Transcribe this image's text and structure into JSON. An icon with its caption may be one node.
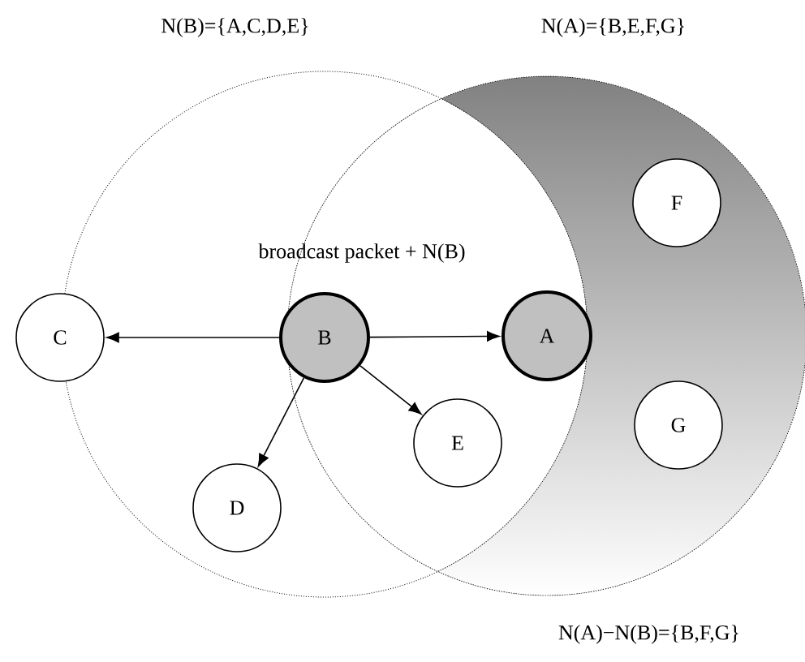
{
  "diagram": {
    "nodes": [
      {
        "text": [
          "F"
        ]
      },
      {
        "text": [
          "C"
        ]
      },
      {
        "text": [
          "B"
        ]
      },
      {
        "text": [
          "A"
        ]
      },
      {
        "text": [
          "E"
        ]
      },
      {
        "text": [
          "G"
        ]
      },
      {
        "text": [
          "D"
        ]
      }
    ],
    "edges": [
      {
        "from": 2,
        "to": 1,
        "arrow": "to"
      },
      {
        "from": 2,
        "to": 3,
        "arrow": "to"
      },
      {
        "from": 2,
        "to": 4,
        "arrow": "to"
      },
      {
        "from": 2,
        "to": 6,
        "arrow": "to"
      }
    ],
    "labels": [
      "N(B)={A,C,D,E}",
      "N(A)={B,E,F,G}",
      "broadcast packet + N(B)",
      "N(A)−N(B)={B,F,G}"
    ]
  }
}
